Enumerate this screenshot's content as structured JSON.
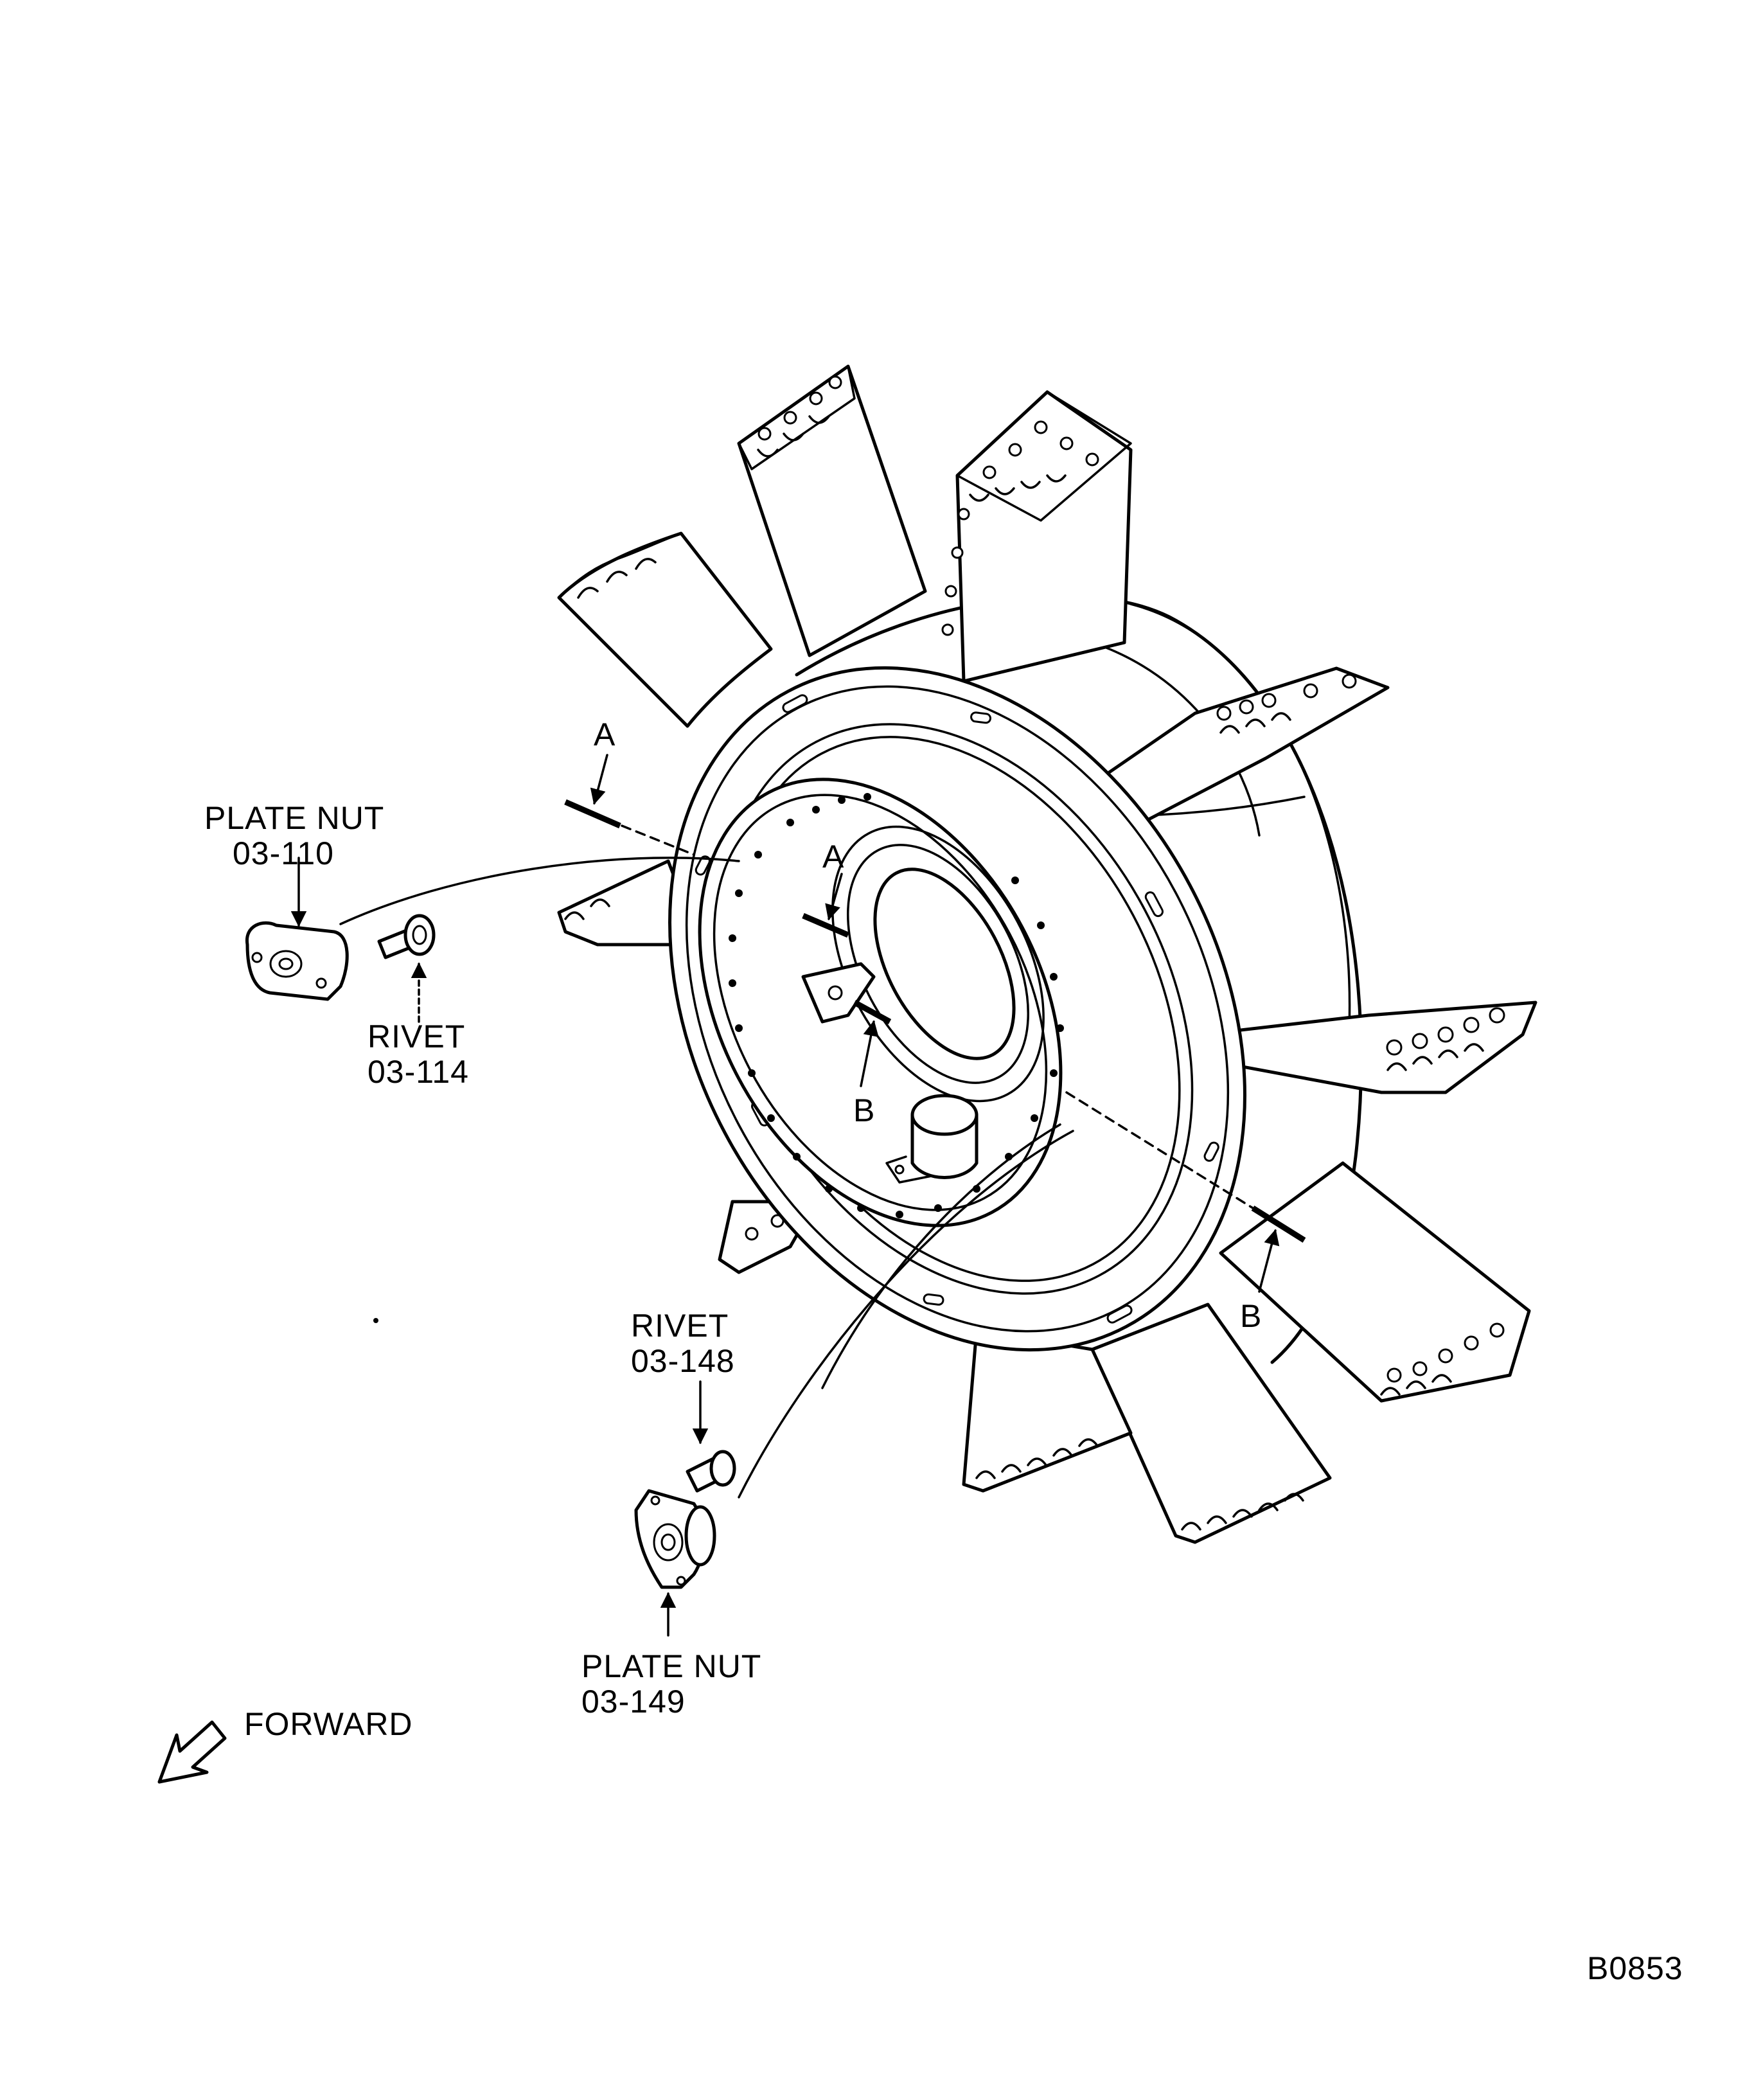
{
  "labels": {
    "plate_nut_1_name": "PLATE NUT",
    "plate_nut_1_number": "03-110",
    "rivet_1_name": "RIVET",
    "rivet_1_number": "03-114",
    "rivet_2_name": "RIVET",
    "rivet_2_number": "03-148",
    "plate_nut_2_name": "PLATE NUT",
    "plate_nut_2_number": "03-149",
    "forward": "FORWARD",
    "figure_id": "B0853"
  },
  "section_marks": {
    "a_outer": "A",
    "a_inner": "A",
    "b_inner": "B",
    "b_outer": "B"
  }
}
